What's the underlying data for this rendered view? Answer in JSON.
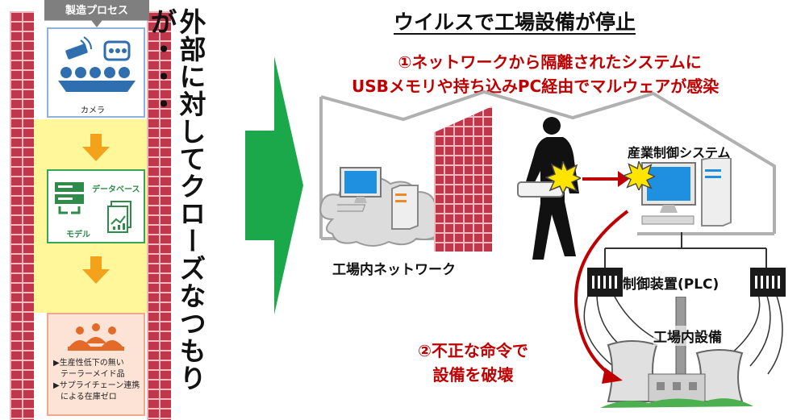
{
  "left_panel": {
    "process_header": "製造プロセス",
    "camera_label": "カメラ",
    "database_label": "データベース",
    "model_label": "モデル",
    "benefit_1_line1": "▶生産性低下の無い",
    "benefit_1_line2": "テーラーメイド品",
    "benefit_2_line1": "▶サプライチェーン連携",
    "benefit_2_line2": "による在庫ゼロ"
  },
  "vertical_caption": "外部に対してクローズなつもりが・・・",
  "right_panel": {
    "title": "ウイルスで工場設備が停止",
    "step1_line1": "①ネットワークから隔離されたシステムに",
    "step1_line2": "USBメモリや持ち込みPC経由でマルウェアが感染",
    "control_system_label": "産業制御システム",
    "factory_network_label": "工場内ネットワーク",
    "plc_label": "制御装置(PLC)",
    "factory_equipment_label": "工場内設備",
    "step2_line1": "②不正な命令で",
    "step2_line2": "設備を破壊"
  },
  "colors": {
    "wall": "#c0364a",
    "big_arrow": "#1aa84b",
    "alert_red": "#c00000",
    "flow_arrow": "#f4a21b",
    "blue_box": "#8fb4d9",
    "green_box": "#3aa35a",
    "orange_box": "#f0a98a",
    "yellow_band": "#fff79a"
  }
}
